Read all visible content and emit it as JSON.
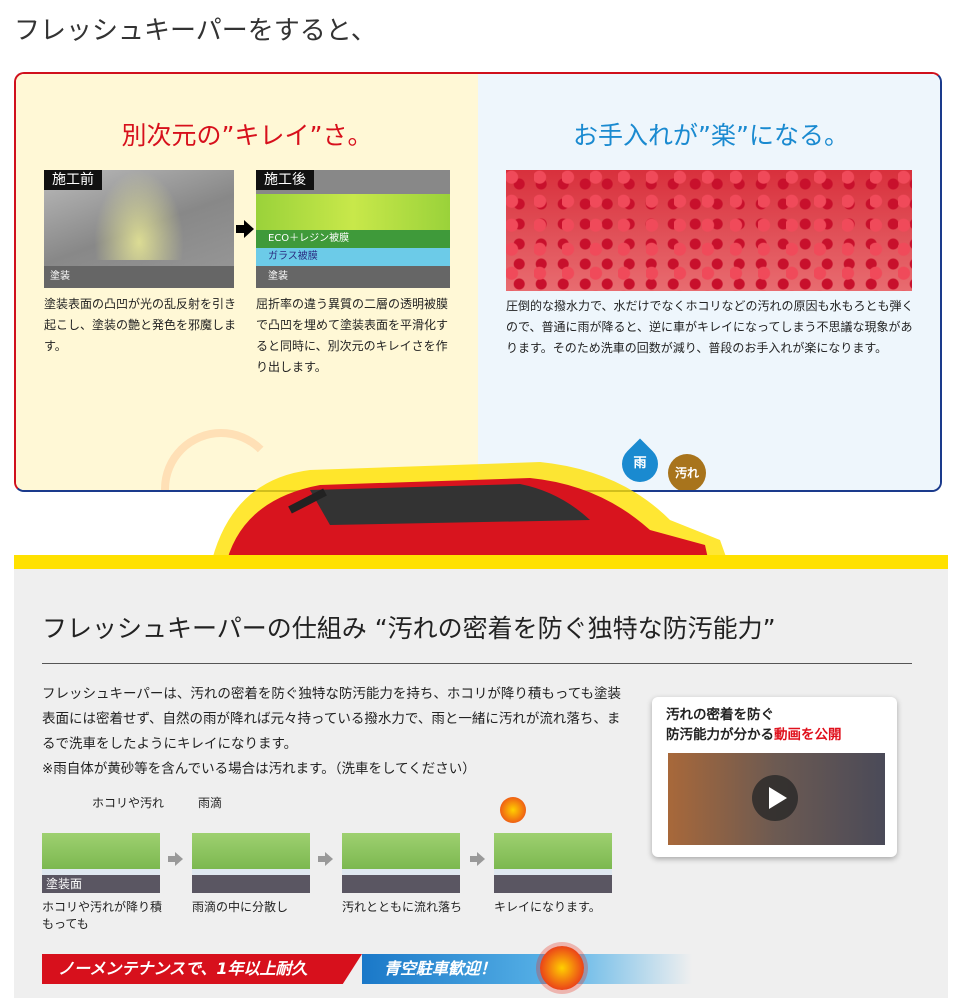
{
  "top_title": "フレッシュキーパーをすると、",
  "left_panel": {
    "headline": "別次元の”キレイ”さ。",
    "before": {
      "tag": "施工前",
      "label": "塗装",
      "caption": "塗装表面の凸凹が光の乱反射を引き起こし、塗装の艶と発色を邪魔します。"
    },
    "after": {
      "tag": "施工後",
      "layer1": "ECO＋レジン被膜",
      "layer2": "ガラス被膜",
      "label": "塗装",
      "caption": "屈折率の違う異質の二層の透明被膜で凸凹を埋めて塗装表面を平滑化すると同時に、別次元のキレイさを作り出します。"
    }
  },
  "right_panel": {
    "headline": "お手入れが”楽”になる。",
    "caption": "圧倒的な撥水力で、水だけでなくホコリなどの汚れの原因も水もろとも弾くので、普通に雨が降ると、逆に車がキレイになってしまう不思議な現象があります。そのため洗車の回数が減り、普段のお手入れが楽になります。",
    "rain_badge": "雨",
    "dirt_badge": "汚れ"
  },
  "mechanism": {
    "title": "フレッシュキーパーの仕組み “汚れの密着を防ぐ独特な防汚能力”",
    "paragraph": "フレッシュキーパーは、汚れの密着を防ぐ独特な防汚能力を持ち、ホコリが降り積もっても塗装表面には密着せず、自然の雨が降れば元々持っている撥水力で、雨と一緒に汚れが流れ落ち、まるで洗車をしたようにキレイになります。",
    "note": "※雨自体が黄砂等を含んでいる場合は汚れます。（洗車をしてください）",
    "steps": [
      {
        "label": "ホコリや汚れ",
        "surface": "塗装面",
        "caption": "ホコリや汚れが降り積もっても"
      },
      {
        "label": "雨滴",
        "caption": "雨滴の中に分散し"
      },
      {
        "caption": "汚れとともに流れ落ち"
      },
      {
        "caption": "キレイになります。"
      }
    ],
    "video": {
      "line1": "汚れの密着を防ぐ",
      "line2_prefix": "防汚能力が分かる",
      "line2_highlight": "動画を公開"
    }
  },
  "banner": {
    "left": "ノーメンテナンスで、1年以上耐久",
    "right": "青空駐車歓迎！"
  },
  "colors": {
    "red": "#d7101c",
    "blue": "#1a8ad0",
    "yellow": "#ffe100"
  }
}
